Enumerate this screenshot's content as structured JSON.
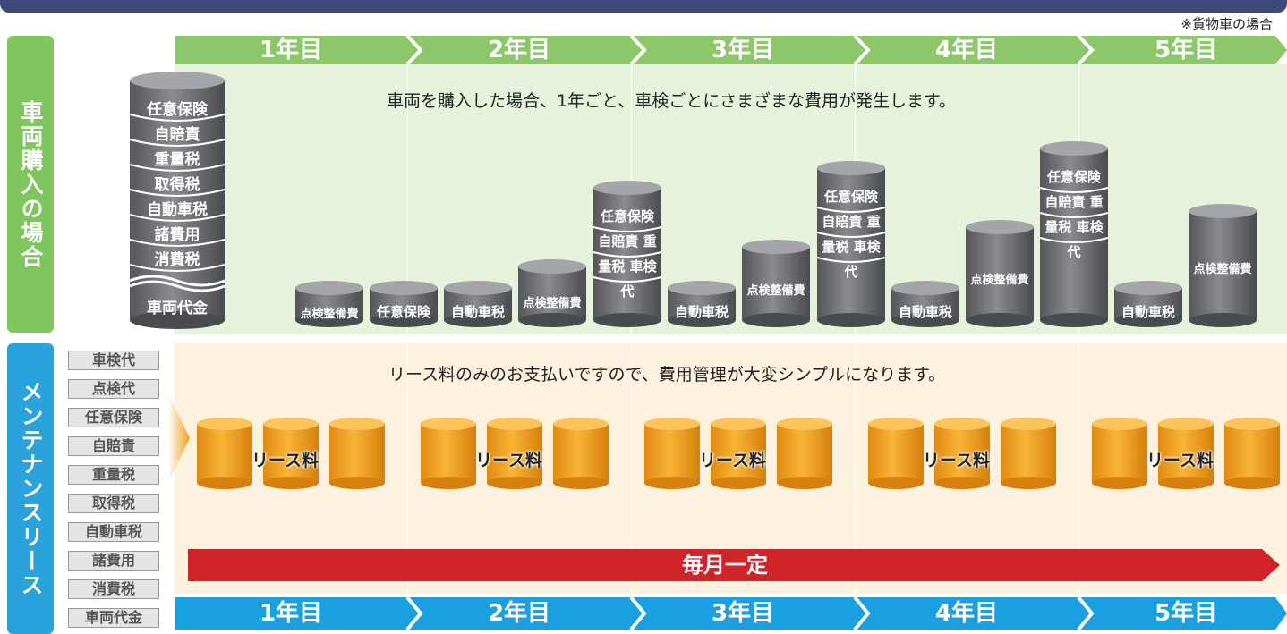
{
  "note": "※貨物車の場合",
  "section_top_title": "車両購入の場合",
  "section_bottom_title": "メンテナンスリース",
  "years": [
    "1年目",
    "2年目",
    "3年目",
    "4年目",
    "5年目"
  ],
  "top_message": "車両を購入した場合、1年ごと、車検ごとにさまざまな費用が発生します。",
  "bottom_message": "リース料のみのお支払いですので、費用管理が大変シンプルになります。",
  "initial_stack": [
    "任意保険",
    "自賠責",
    "重量税",
    "取得税",
    "自動車税",
    "諸費用",
    "消費税",
    "車両代金"
  ],
  "purchase_costs": [
    {
      "label": "点検整備費"
    },
    {
      "label": "任意保険"
    },
    {
      "label": "自動車税"
    },
    {
      "label": "点検整備費"
    },
    {
      "label": "任意保険 自賠責 重量税 車検代"
    },
    {
      "label": "自動車税"
    },
    {
      "label": "点検整備費"
    },
    {
      "label": "任意保険 自賠責 重量税 車検代"
    },
    {
      "label": "自動車税"
    },
    {
      "label": "点検整備費"
    },
    {
      "label": "任意保険 自賠責 重量税 車検代"
    },
    {
      "label": "自動車税"
    },
    {
      "label": "点検整備費"
    }
  ],
  "lease_items": [
    "車検代",
    "点検代",
    "任意保険",
    "自賠責",
    "重量税",
    "取得税",
    "自動車税",
    "諸費用",
    "消費税",
    "車両代金"
  ],
  "lease_label": "リース料",
  "monthly_label": "毎月一定",
  "colors": {
    "green_bar": "#8cc86a",
    "green_area": "#e6f2dc",
    "blue_bar": "#1aa0e0",
    "gray_cylinder": "#6e6e72",
    "orange_cylinder": "#f0a020",
    "red_arrow": "#d0232a"
  }
}
